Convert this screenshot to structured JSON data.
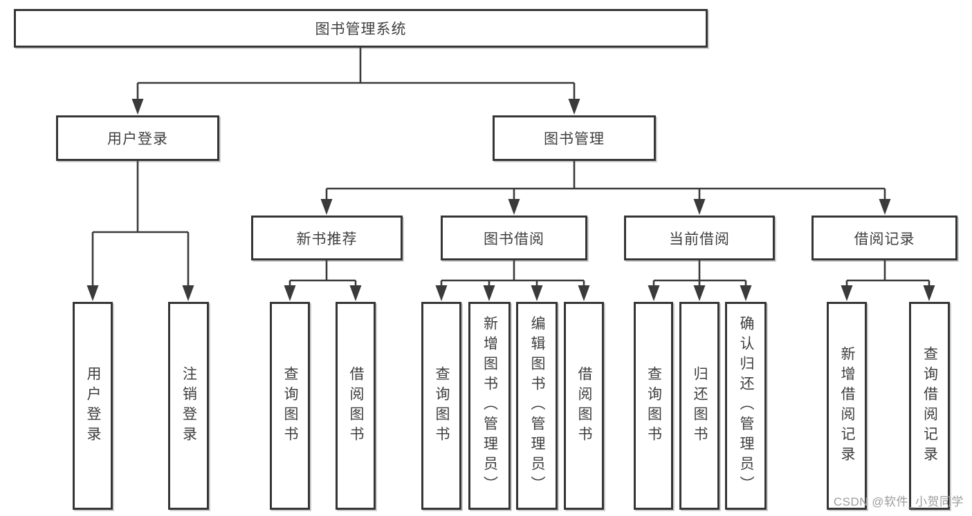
{
  "diagram": {
    "root": "图书管理系统",
    "level2": {
      "user_login": "用户登录",
      "book_management": "图书管理"
    },
    "level3": {
      "new_books": "新书推荐",
      "book_borrowing": "图书借阅",
      "current_borrowing": "当前借阅",
      "borrowing_records": "借阅记录"
    },
    "leaves": {
      "user_login": [
        "用户登录",
        "注销登录"
      ],
      "new_books": [
        "查询图书",
        "借阅图书"
      ],
      "book_borrowing": [
        "查询图书",
        "新增图书（管理员）",
        "编辑图书（管理员）",
        "借阅图书"
      ],
      "current_borrowing": [
        "查询图书",
        "归还图书",
        "确认归还（管理员）"
      ],
      "borrowing_records": [
        "新增借阅记录",
        "查询借阅记录"
      ]
    },
    "colors": {
      "line": "#3a3a3a",
      "text": "#3e3e3e",
      "box_background": "#ffffff",
      "watermark": "#9d9d9d",
      "background": "#ffffff"
    }
  },
  "watermark": "CSDN @软件_小贺同学"
}
